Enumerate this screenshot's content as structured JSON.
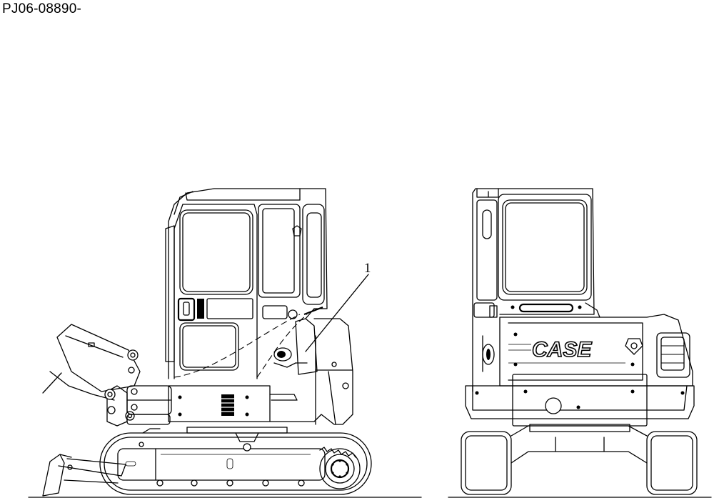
{
  "document": {
    "id": "PJ06-08890-"
  },
  "callouts": [
    {
      "label": "1"
    }
  ],
  "views": {
    "left": {
      "kind": "side-view"
    },
    "right": {
      "kind": "rear-view",
      "brand_text": "CASE"
    }
  }
}
